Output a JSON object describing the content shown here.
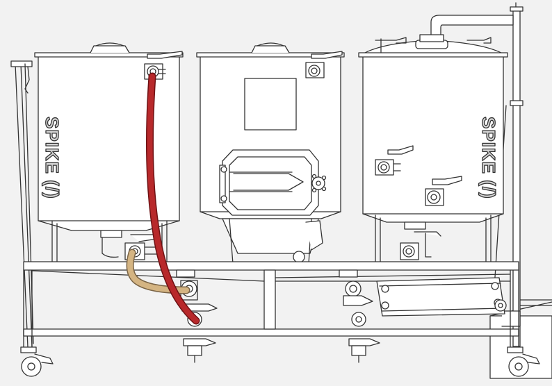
{
  "colors": {
    "background": "#f2f2f2",
    "vessel_fill": "#ffffff",
    "outline": "#333333",
    "logo_text": "#d4d4d4",
    "hot_hose": "#b8292b",
    "hot_hose_edge": "#6e1214",
    "transfer_hose": "#d4b482",
    "transfer_hose_edge": "#7a6446"
  },
  "vessels": [
    {
      "id": "left-kettle",
      "brand_text": "SPIKE (/)"
    },
    {
      "id": "center-mash-tun",
      "brand_text": ""
    },
    {
      "id": "right-kettle",
      "brand_text": "SPIKE (/)"
    }
  ],
  "icons": [
    "butterfly-valve-icon",
    "lid-handle-icon",
    "caster-wheel-icon",
    "plate-chiller-icon",
    "hose-icon"
  ]
}
